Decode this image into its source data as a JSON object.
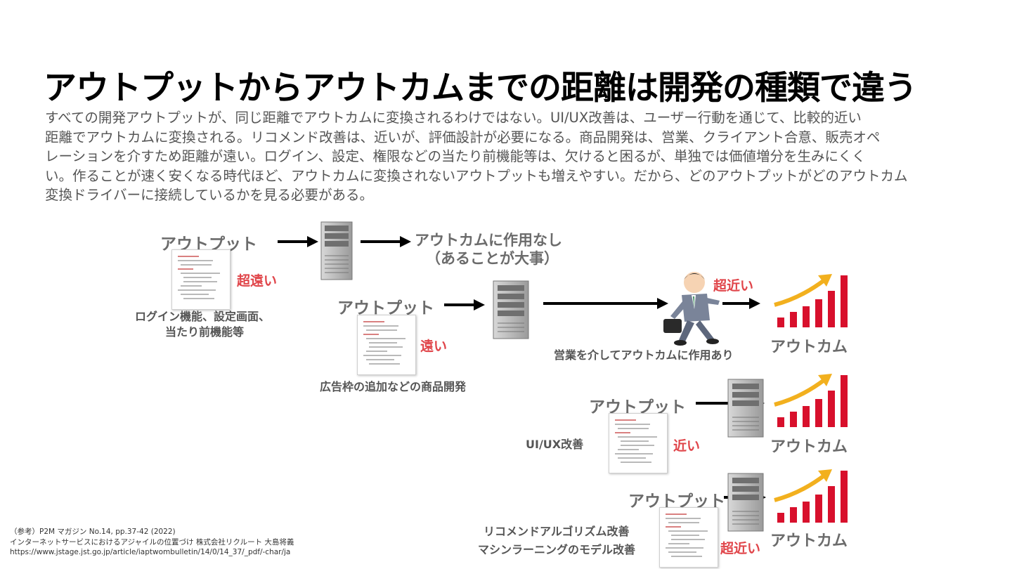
{
  "title": "アウトプットからアウトカムまでの距離は開発の種類で違う",
  "body_lines": [
    "すべての開発アウトプットが、同じ距離でアウトカムに変換されるわけではない。UI/UX改善は、ユーザー行動を通じて、比較的近い",
    "距離でアウトカムに変換される。リコメンド改善は、近いが、評価設計が必要になる。商品開発は、営業、クライアント合意、販売オペ",
    "レーションを介すため距離が遠い。ログイン、設定、権限などの当たり前機能等は、欠けると困るが、単独では価値増分を生みにくく",
    "い。作ることが速く安くなる時代ほど、アウトカムに変換されないアウトプットも増えやすい。だから、どのアウトプットがどのアウトカム",
    "変換ドライバーに接続しているかを見る必要がある。"
  ],
  "diagram": {
    "output_label": "アウトプット",
    "outcome_label": "アウトカム",
    "row1": {
      "result_line1": "アウトカムに作用なし",
      "result_line2": "（あることが大事）",
      "distance": "超遠い",
      "caption_line1": "ログイン機能、設定画面、",
      "caption_line2": "当たり前機能等"
    },
    "row2": {
      "distance": "遠い",
      "caption": "広告枠の追加などの商品開発",
      "sales_distance": "超近い",
      "sales_caption": "営業を介してアウトカムに作用あり"
    },
    "row3": {
      "distance": "近い",
      "caption": "UI/UX改善"
    },
    "row4": {
      "distance": "超近い",
      "caption_line1": "リコメンドアルゴリズム改善",
      "caption_line2": "マシンラーニングのモデル改善"
    }
  },
  "references": {
    "line1": "（参考）P2M マガジン No.14, pp.37-42 (2022)",
    "line2": "インターネットサービスにおけるアジャイルの位置づけ 株式会社リクルート 大島将義",
    "line3": "https://www.jstage.jst.go.jp/article/iaptwombulletin/14/0/14_37/_pdf/-char/ja"
  },
  "colors": {
    "accent_red": "#e0454a",
    "bar_red": "#d8102c",
    "arrow_yellow": "#f2b01e",
    "label_gray": "#6b6b6b"
  },
  "icons": [
    "server-icon",
    "document-icon",
    "growth-chart-icon",
    "businessman-running-icon",
    "arrow-icon"
  ]
}
